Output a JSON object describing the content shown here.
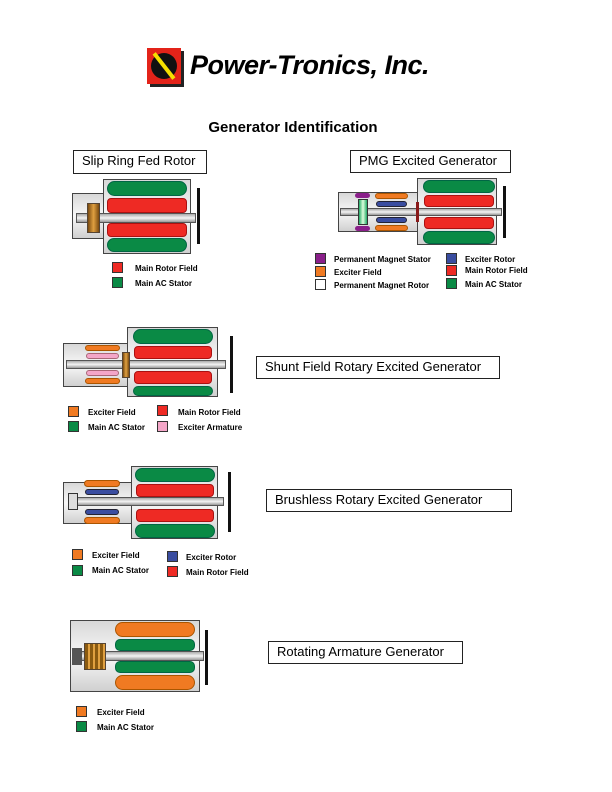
{
  "logo": {
    "text": "Power-Tronics, Inc."
  },
  "title": "Generator Identification",
  "colors": {
    "main_rotor_field": "#ee2a24",
    "main_ac_stator": "#0a8a45",
    "exciter_field": "#f07a22",
    "exciter_rotor": "#3a4da0",
    "permanent_magnet_stator": "#8a1f8a",
    "exciter_armature": "#f4a6c8",
    "permanent_magnet_rotor": "#ffffff"
  },
  "slip_ring": {
    "label": "Slip Ring Fed Rotor",
    "legend": [
      "Main Rotor Field",
      "Main AC Stator"
    ]
  },
  "pmg": {
    "label": "PMG Excited Generator",
    "legend": [
      "Permanent Magnet Stator",
      "Exciter Field",
      "Permanent Magnet Rotor",
      "Exciter Rotor",
      "Main Rotor Field",
      "Main AC Stator"
    ]
  },
  "shunt": {
    "label": "Shunt Field Rotary Excited Generator",
    "legend": [
      "Exciter Field",
      "Main AC Stator",
      "Main Rotor Field",
      "Exciter Armature"
    ]
  },
  "brushless": {
    "label": "Brushless Rotary Excited Generator",
    "legend": [
      "Exciter Field",
      "Main AC Stator",
      "Exciter Rotor",
      "Main Rotor Field"
    ]
  },
  "rotating": {
    "label": "Rotating Armature Generator",
    "legend": [
      "Exciter Field",
      "Main AC Stator"
    ]
  }
}
